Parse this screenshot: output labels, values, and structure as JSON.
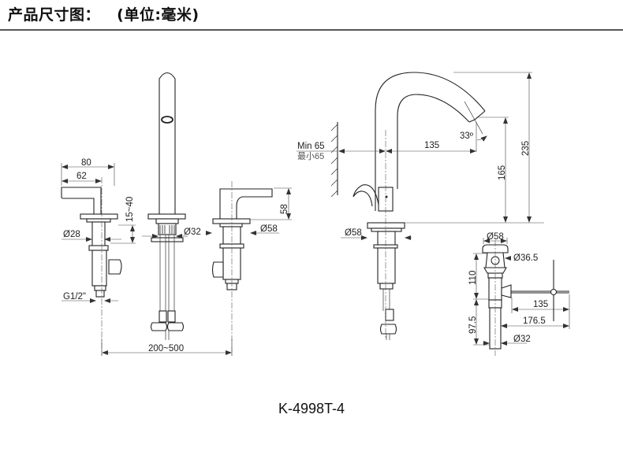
{
  "header": {
    "title": "产品尺寸图：",
    "unit_note": "(单位:毫米)"
  },
  "model_number": "K-4998T-4",
  "dimensions": {
    "handle_width_total": "80",
    "handle_width_lever": "62",
    "deck_thickness": "15~40",
    "handle_shank_dia": "Ø28",
    "inlet_thread": "G1/2\"",
    "spout_shank_dia": "Ø32",
    "handle_base_dia": "Ø58",
    "handle_height": "58",
    "spacing_range": "200~500",
    "wall_min_en": "Min 65",
    "wall_min_cn": "最小65",
    "spout_reach": "135",
    "spout_angle": "33º",
    "spout_clearance": "165",
    "spout_height": "235",
    "spout_base_dia": "Ø58",
    "drain_top_dia": "Ø58",
    "drain_body_dia": "Ø36.5",
    "drain_upper_len": "110",
    "drain_lower_len": "97.5",
    "drain_rod_135": "135",
    "drain_rod_1765": "176.5",
    "drain_tail_dia": "Ø32"
  },
  "colors": {
    "line": "#222222",
    "header_rule": "#555555"
  }
}
